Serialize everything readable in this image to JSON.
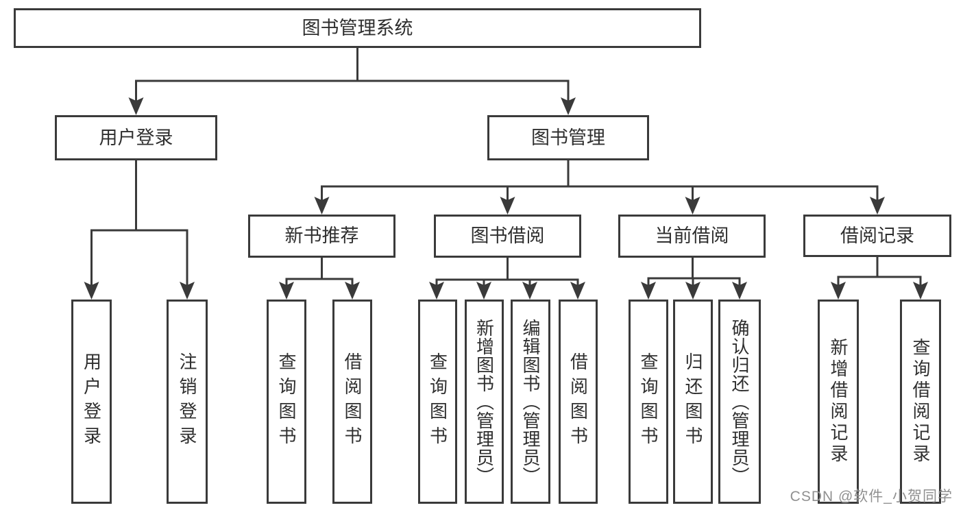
{
  "root": {
    "label": "图书管理系统"
  },
  "branches": [
    {
      "label": "用户登录",
      "children": [
        {
          "label": "用户登录"
        },
        {
          "label": "注销登录"
        }
      ]
    },
    {
      "label": "图书管理",
      "children": [
        {
          "label": "新书推荐",
          "children": [
            {
              "label": "查询图书"
            },
            {
              "label": "借阅图书"
            }
          ]
        },
        {
          "label": "图书借阅",
          "children": [
            {
              "label": "查询图书"
            },
            {
              "label": "新增图书（管理员）"
            },
            {
              "label": "编辑图书（管理员）"
            },
            {
              "label": "借阅图书"
            }
          ]
        },
        {
          "label": "当前借阅",
          "children": [
            {
              "label": "查询图书"
            },
            {
              "label": "归还图书"
            },
            {
              "label": "确认归还（管理员）"
            }
          ]
        },
        {
          "label": "借阅记录",
          "children": [
            {
              "label": "新增借阅记录"
            },
            {
              "label": "查询借阅记录"
            }
          ]
        }
      ]
    }
  ],
  "watermark": {
    "text": "CSDN @软件_小贺同学"
  },
  "colors": {
    "line": "#3a3a3a",
    "text": "#2f2f2f",
    "watermark": "#909090",
    "background": "#ffffff"
  }
}
